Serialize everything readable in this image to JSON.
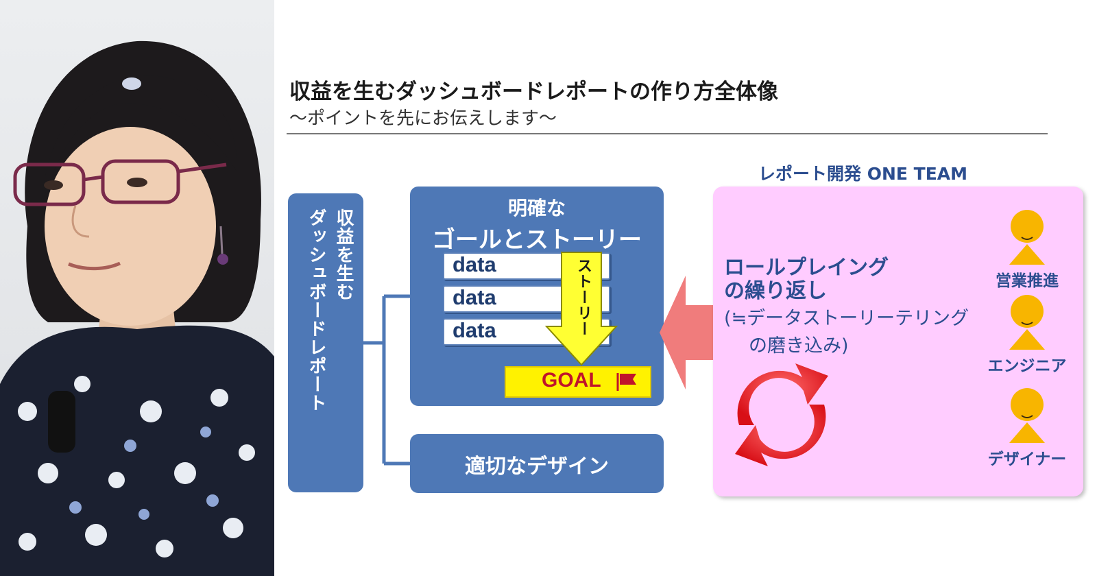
{
  "slide": {
    "title": "収益を生むダッシュボードレポートの作り方全体像",
    "subtitle": "～ポイントを先にお伝えします～",
    "left_box": {
      "line1": "収益を生む",
      "line2": "ダッシュボードレポート"
    },
    "goal_box": {
      "line1": "明確な",
      "line2": "ゴールとストーリー",
      "data_rows": [
        "data",
        "data",
        "data"
      ],
      "arrow_label": "ストーリー",
      "goal_label": "GOAL"
    },
    "design_box": {
      "label": "適切なデザイン"
    },
    "team": {
      "heading": "レポート開発 ONE TEAM",
      "role_title_1": "ロールプレイング",
      "role_title_2": "の繰り返し",
      "role_sub_1": "(≒データストーリーテリング",
      "role_sub_2": "の磨き込み)",
      "people": [
        "営業推進",
        "エンジニア",
        "デザイナー"
      ]
    }
  },
  "colors": {
    "box_blue": "#4e78b6",
    "team_pink": "#ffccff",
    "goal_yellow": "#fff200",
    "goal_red": "#c0142b",
    "person_orange": "#f8b500",
    "cycle_red": "#e8141c",
    "arrow_pink": "#f07c7c"
  },
  "icons": {
    "flag": "flag-icon",
    "cycle": "refresh-cycle-icon",
    "person": "person-icon"
  }
}
